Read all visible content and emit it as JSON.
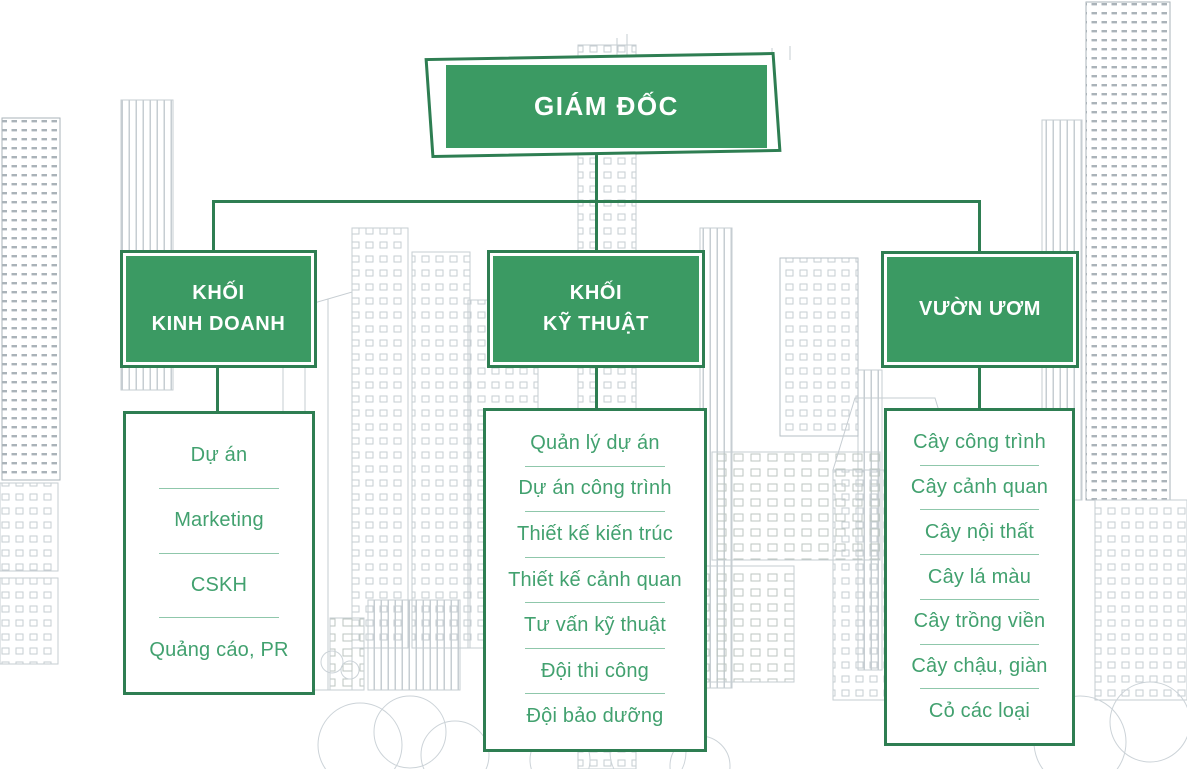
{
  "diagram": {
    "type": "org-chart",
    "root": {
      "label": "GIÁM ĐỐC"
    },
    "branches": [
      {
        "id": "khoi-kinh-doanh",
        "label_lines": [
          "KHỐI",
          "KINH DOANH"
        ],
        "items": [
          "Dự án",
          "Marketing",
          "CSKH",
          "Quảng cáo, PR"
        ]
      },
      {
        "id": "khoi-ky-thuat",
        "label_lines": [
          "KHỐI",
          "KỸ THUẬT"
        ],
        "items": [
          "Quản lý dự án",
          "Dự án công trình",
          "Thiết kế kiến trúc",
          "Thiết kế cảnh quan",
          "Tư vấn kỹ thuật",
          "Đội thi công",
          "Đội bảo dưỡng"
        ]
      },
      {
        "id": "vuon-uom",
        "label_lines": [
          "VƯỜN ƯƠM"
        ],
        "items": [
          "Cây công trình",
          "Cây cảnh quan",
          "Cây nội thất",
          "Cây lá màu",
          "Cây trồng viền",
          "Cây chậu, giàn",
          "Cỏ các loại"
        ]
      }
    ],
    "colors": {
      "node_fill_green": "#3b9a63",
      "border_green": "#2e7e52",
      "list_text_green": "#42a16f",
      "divider_green": "#8fc7ab",
      "background": "#ffffff",
      "cityscape_line": "#c6cdd2"
    }
  }
}
